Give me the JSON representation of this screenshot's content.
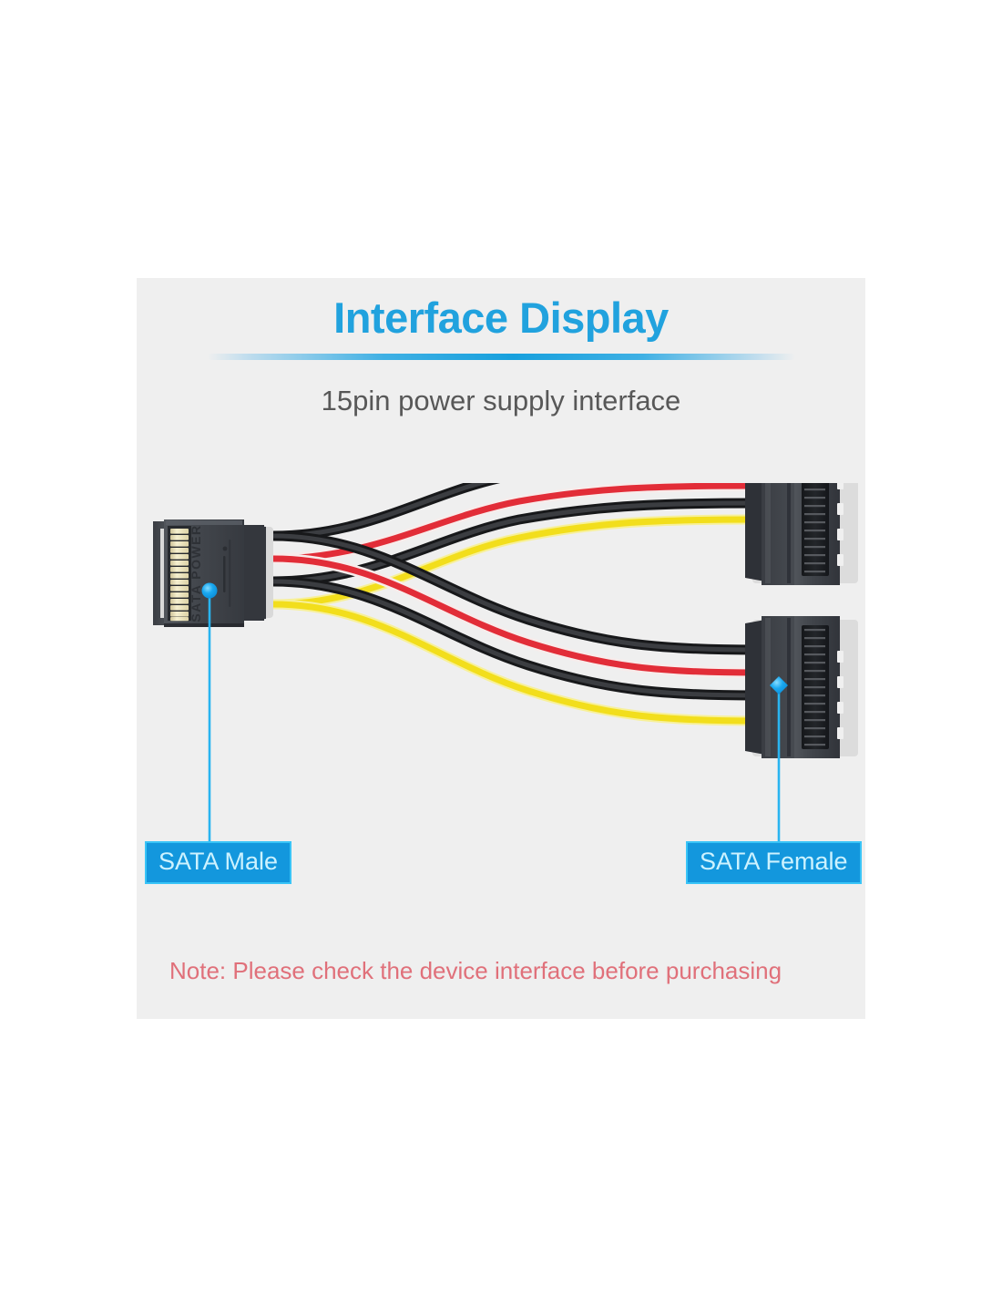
{
  "panel": {
    "background_color": "#efefef",
    "header": {
      "title": "Interface Display",
      "title_color": "#21a2de",
      "subtitle": "15pin power supply interface",
      "subtitle_color": "#585858",
      "divider_color": "#17a0dd"
    },
    "callouts": [
      {
        "name": "sata-male",
        "label": "SATA Male",
        "background_color": "#1397dd",
        "text_color": "#ccf2ff",
        "border_color": "#39c4f7"
      },
      {
        "name": "sata-female",
        "label": "SATA Female",
        "background_color": "#1397dd",
        "text_color": "#ccf2ff",
        "border_color": "#39c4f7"
      }
    ],
    "note": {
      "text": "Note: Please check the device interface before purchasing",
      "color": "#e0707a"
    }
  },
  "illustration": {
    "type": "photo-illustration",
    "subject": "SATA 15-pin power splitter cable",
    "male_connector": {
      "name": "sata-male-connector",
      "embossed_text": "SATA POWER",
      "pin_count": 15,
      "pin_color": "#efe7c0",
      "body_color": "#3c3f44",
      "marker_color": "#15a4ec"
    },
    "female_connectors": [
      {
        "name": "sata-female-connector-top",
        "pin_count": 15,
        "body_color": "#3c3f44",
        "slot_color": "#1b1d20",
        "has_marker": false
      },
      {
        "name": "sata-female-connector-bottom",
        "pin_count": 15,
        "body_color": "#3c3f44",
        "slot_color": "#1b1d20",
        "has_marker": true,
        "marker_color": "#15a4ec"
      }
    ],
    "wire_bundle": {
      "wires_per_branch": 4,
      "branch_count": 2,
      "wire_colors": [
        "#2b2b2b",
        "#e8323c",
        "#2b2b2b",
        "#f4e017"
      ],
      "wire_labels": [
        "black",
        "red",
        "black",
        "yellow"
      ],
      "crossing": true
    }
  }
}
